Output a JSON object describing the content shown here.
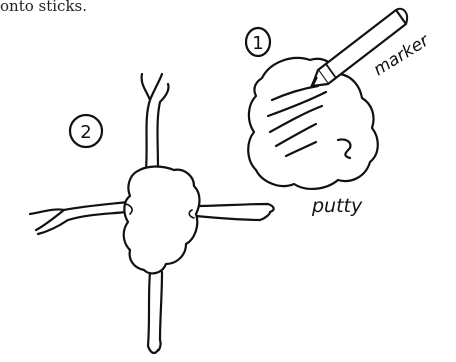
{
  "caption": "onto sticks.",
  "steps": {
    "step1": "1",
    "step2": "2"
  },
  "labels": {
    "marker": "marker",
    "putty": "putty"
  },
  "colors": {
    "ink": "#111111",
    "paper": "#ffffff"
  }
}
